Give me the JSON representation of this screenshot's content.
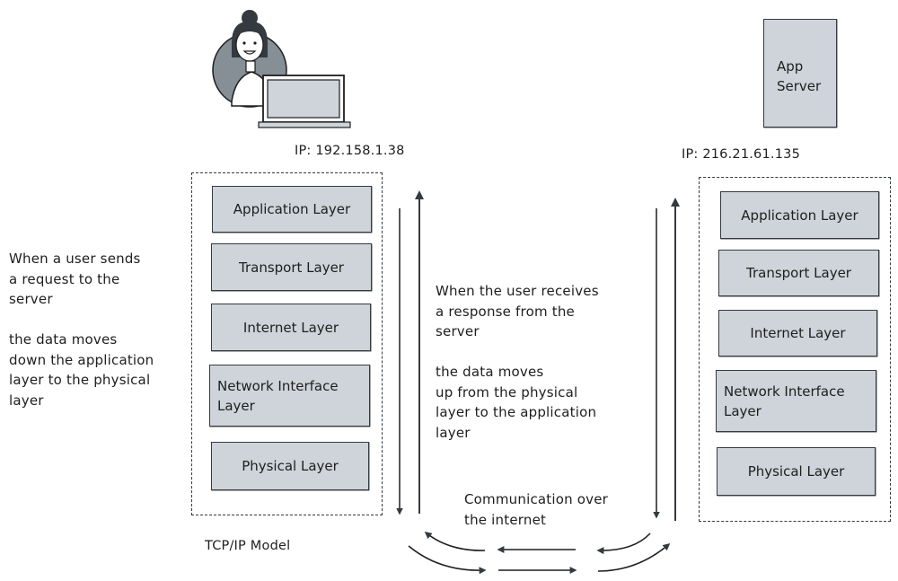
{
  "diagram": {
    "title": "TCP/IP Model",
    "client": {
      "icon": "user-with-laptop-icon",
      "ip_label": "IP: 192.158.1.38",
      "layers": [
        {
          "label": "Application Layer"
        },
        {
          "label": "Transport Layer"
        },
        {
          "label": "Internet Layer"
        },
        {
          "label": "Network Interface\nLayer"
        },
        {
          "label": "Physical Layer"
        }
      ]
    },
    "server": {
      "label": "App\nServer",
      "ip_label": "IP: 216.21.61.135",
      "layers": [
        {
          "label": "Application Layer"
        },
        {
          "label": "Transport Layer"
        },
        {
          "label": "Internet Layer"
        },
        {
          "label": "Network Interface\nLayer"
        },
        {
          "label": "Physical Layer"
        }
      ]
    },
    "notes": {
      "send": "When a user sends\na request to the\nserver\n\nthe data moves\ndown the application\nlayer to the physical\nlayer",
      "receive": "When the user receives\na response from the\nserver\n\nthe data moves\nup from the physical\nlayer to the application\nlayer",
      "internet": "Communication over\nthe internet"
    },
    "colors": {
      "layer_fill": "#ced4da",
      "stroke": "#343a40",
      "avatar_bg": "#868e96"
    }
  }
}
